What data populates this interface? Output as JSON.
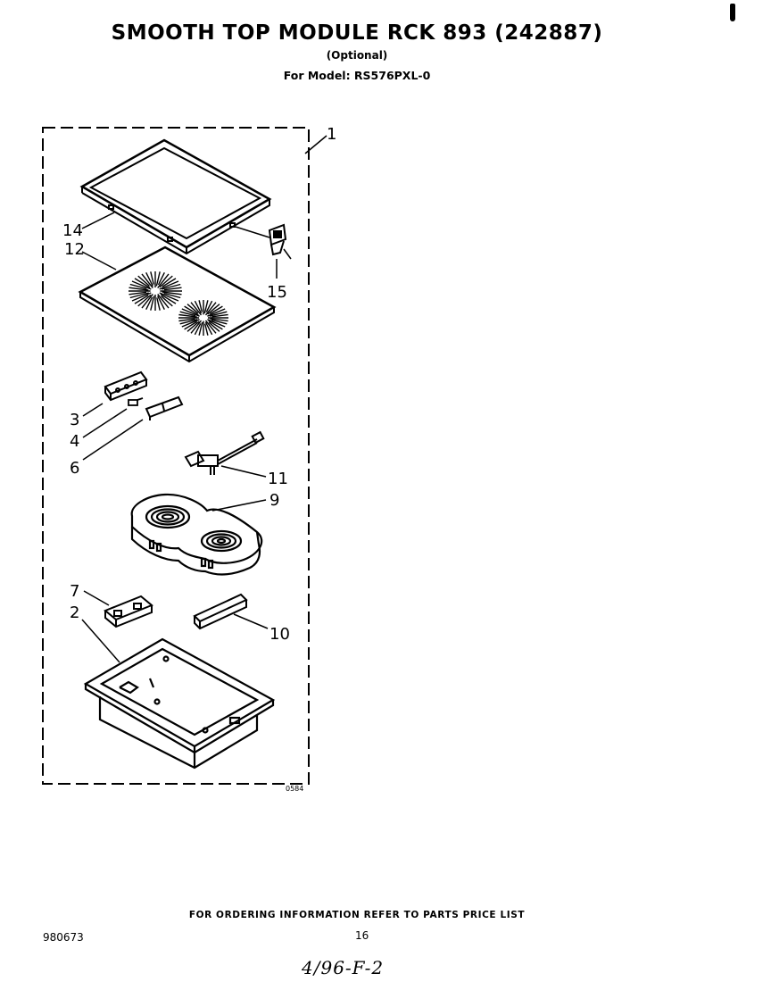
{
  "header": {
    "title": "SMOOTH TOP MODULE RCK 893 (242887)",
    "subtitle": "(Optional)",
    "model": "For Model: RS576PXL-0"
  },
  "diagram": {
    "figure_code": "0584",
    "callouts": {
      "c1": "1",
      "c2": "2",
      "c3": "3",
      "c4": "4",
      "c6": "6",
      "c7": "7",
      "c9": "9",
      "c10": "10",
      "c11": "11",
      "c12": "12",
      "c14": "14",
      "c15": "15"
    }
  },
  "footer": {
    "ordering_note": "FOR ORDERING INFORMATION REFER TO PARTS PRICE LIST",
    "doc_number": "980673",
    "page_number": "16",
    "handwritten": "4/96-F-2"
  }
}
